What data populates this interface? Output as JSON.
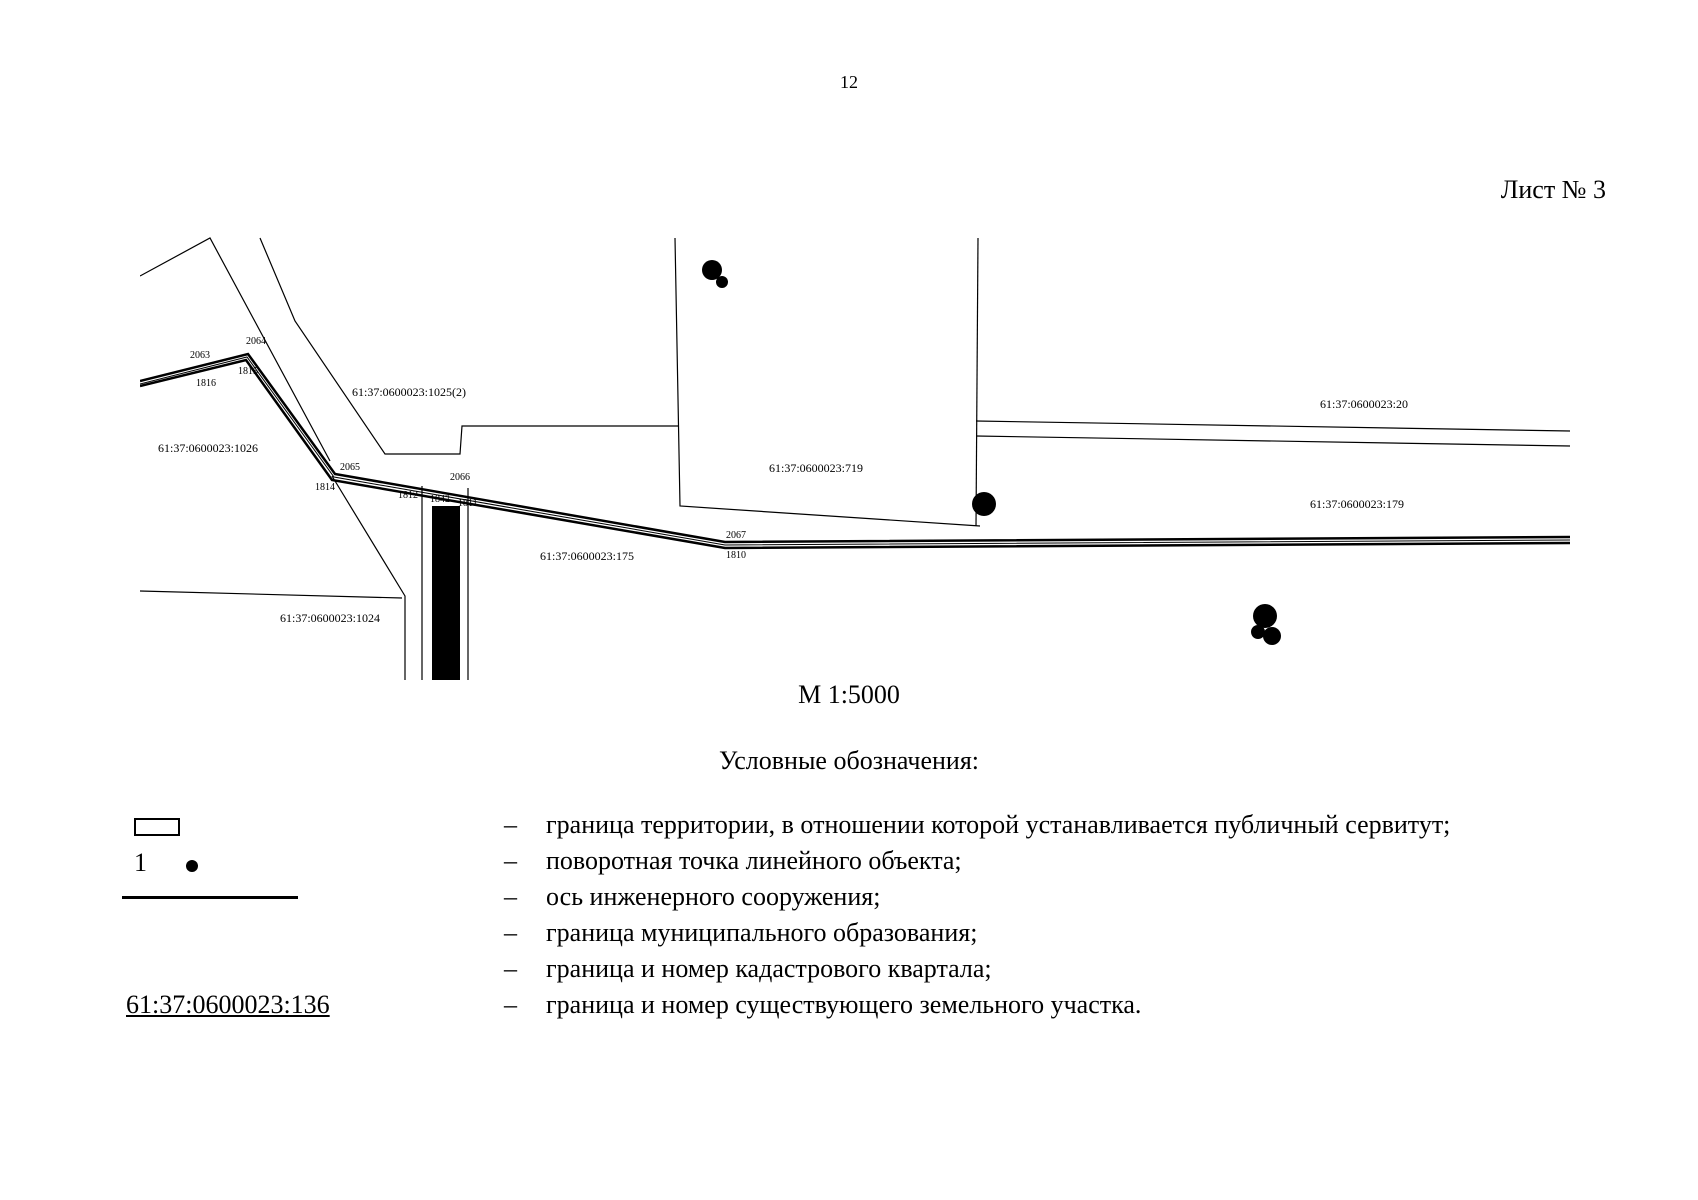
{
  "page": {
    "number": "12",
    "sheet_label": "Лист № 3"
  },
  "map": {
    "scale": "М 1:5000",
    "parcel_labels": [
      "61:37:0600023:1025(2)",
      "61:37:0600023:20",
      "61:37:0600023:1026",
      "61:37:0600023:719",
      "61:37:0600023:179",
      "61:37:0600023:175",
      "61:37:0600023:1024"
    ],
    "point_labels": [
      "2063",
      "2064",
      "1815",
      "1816",
      "2065",
      "1814",
      "2066",
      "1812",
      "1842",
      "1811",
      "2067",
      "1810"
    ]
  },
  "legend": {
    "title": "Условные обозначения:",
    "dash": "–",
    "items": [
      {
        "symbol": "rectangle-outline",
        "text": "граница территории, в отношении которой устанавливается публичный сервитут;"
      },
      {
        "symbol": "numbered-point",
        "symbol_label": "1",
        "text": "поворотная точка линейного объекта;"
      },
      {
        "symbol": "thick-line",
        "text": "ось инженерного сооружения;"
      },
      {
        "symbol": "none",
        "text": "граница муниципального образования;"
      },
      {
        "symbol": "none",
        "text": "граница и номер кадастрового квартала;"
      },
      {
        "symbol": "underlined-parcel-number",
        "symbol_label": "61:37:0600023:136",
        "text": "граница и номер существующего земельного участка."
      }
    ]
  }
}
